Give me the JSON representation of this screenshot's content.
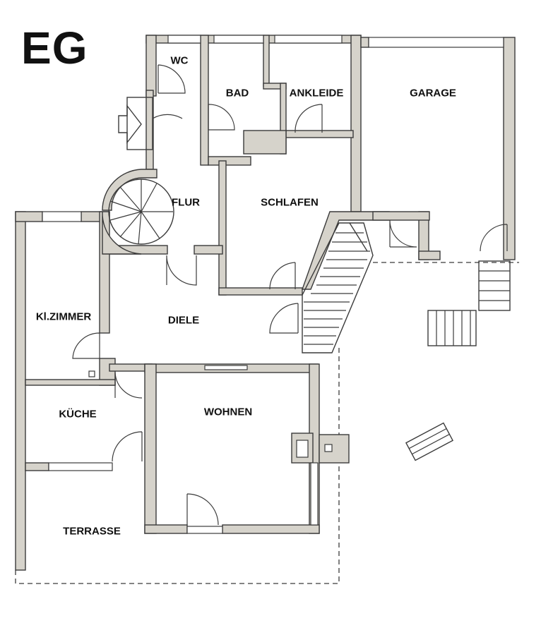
{
  "floor": {
    "label": "EG"
  },
  "rooms": {
    "wc": "WC",
    "bad": "BAD",
    "ankleide": "ANKLEIDE",
    "garage": "GARAGE",
    "flur": "FLUR",
    "schlafen": "SCHLAFEN",
    "kinderzimmer": "Kl.ZIMMER",
    "diele": "DIELE",
    "kueche": "KÜCHE",
    "wohnen": "WOHNEN",
    "terrasse": "TERRASSE"
  },
  "colors": {
    "wall_fill": "#d6d3cb",
    "line": "#3b3b3b",
    "background": "#ffffff"
  }
}
